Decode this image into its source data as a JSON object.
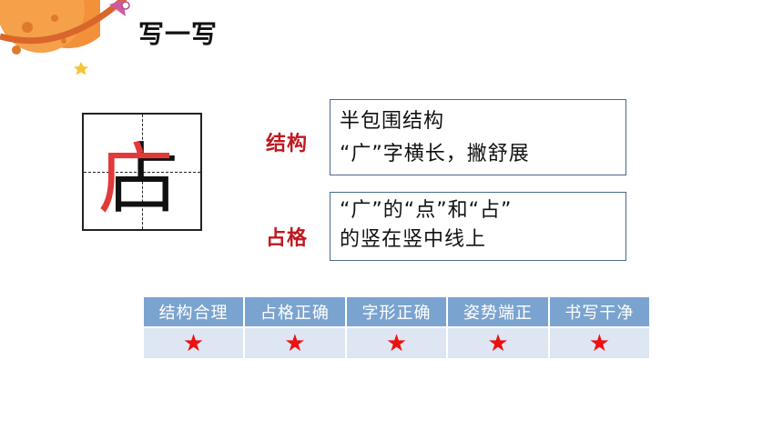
{
  "title": "写一写",
  "character": {
    "glyph_black": "占",
    "glyph_red": "广"
  },
  "labels": {
    "structure": "结构",
    "grid": "占格"
  },
  "notes": {
    "structure_line1": "半包围结构",
    "structure_line2": "“广”字横长，撇舒展",
    "grid_line1": "“广”的“点”和“占”",
    "grid_line2": "的竖在竖中线上"
  },
  "table": {
    "headers": [
      "结构合理",
      "占格正确",
      "字形正确",
      "姿势端正",
      "书写干净"
    ],
    "stars": [
      "★",
      "★",
      "★",
      "★",
      "★"
    ]
  },
  "colors": {
    "accent_red": "#c0191f",
    "header_blue": "#7ba3cf",
    "row_blue": "#dde6f2",
    "star_red": "#ee1111"
  }
}
